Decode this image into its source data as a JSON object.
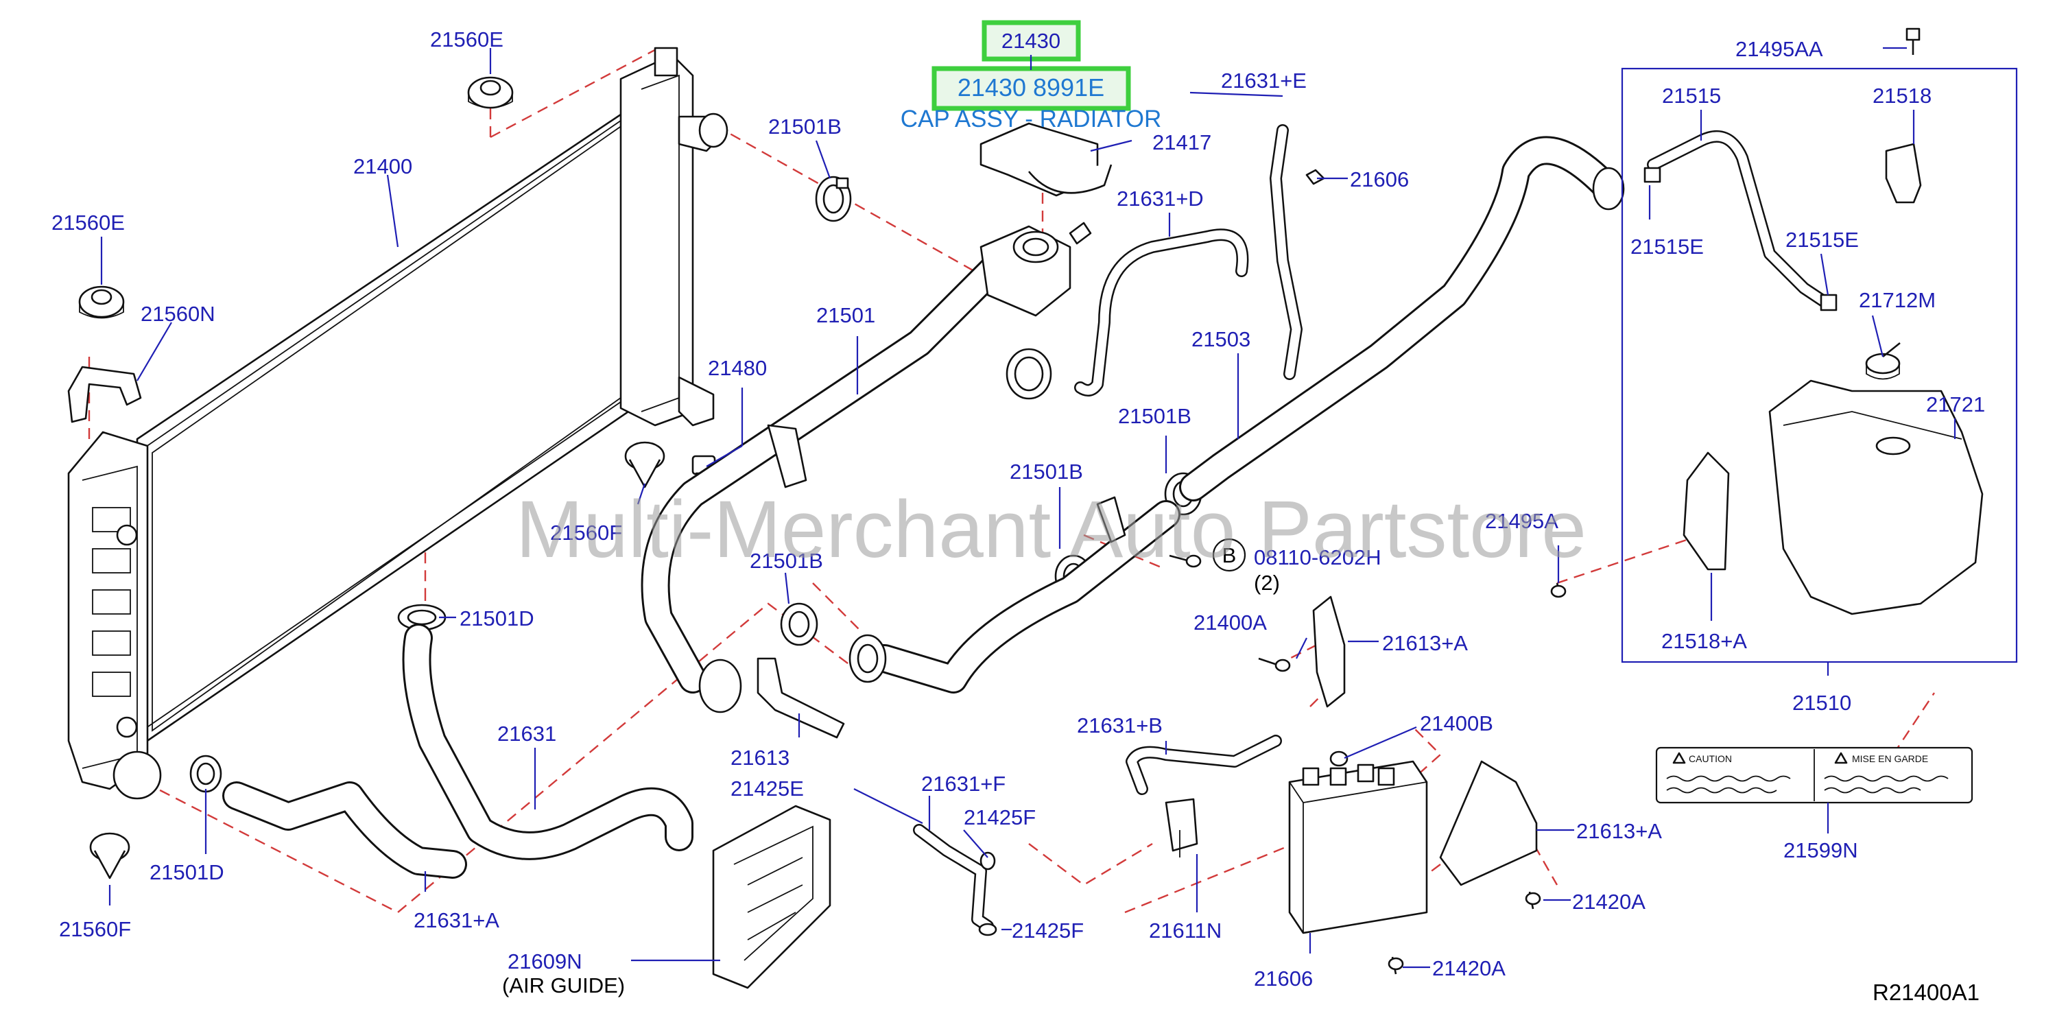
{
  "diagram": {
    "watermark": "Multi-Merchant Auto Partstore",
    "highlight": {
      "part": "21430",
      "part_number": "21430 8991E",
      "description": "CAP ASSY - RADIATOR"
    },
    "labels": [
      "21560E",
      "21400",
      "21560E",
      "21560N",
      "21480",
      "21560F",
      "21501B",
      "21417",
      "21631+D",
      "21631+E",
      "21606",
      "21501",
      "21503",
      "21501B",
      "21501B",
      "21501B",
      "21501D",
      "21631",
      "21613",
      "21501D",
      "21560F",
      "21631+A",
      "21609N",
      "21425E",
      "21631+F",
      "21425F",
      "21425F",
      "21631+B",
      "21611N",
      "21400A",
      "21613+A",
      "21400B",
      "21613+A",
      "21420A",
      "21420A",
      "21606",
      "21495AA",
      "21515",
      "21518",
      "21515E",
      "21515E",
      "21712M",
      "21721",
      "21495A",
      "21518+A",
      "21510",
      "21599N",
      "08110-6202H"
    ],
    "notes": {
      "bolt_callout": "B",
      "bolt_qty": "(2)",
      "air_guide": "(AIR   GUIDE)",
      "reference": "R21400A1"
    },
    "caution_label": {
      "left_heading": "CAUTION",
      "right_heading": "MISE   EN   GARDE"
    }
  }
}
